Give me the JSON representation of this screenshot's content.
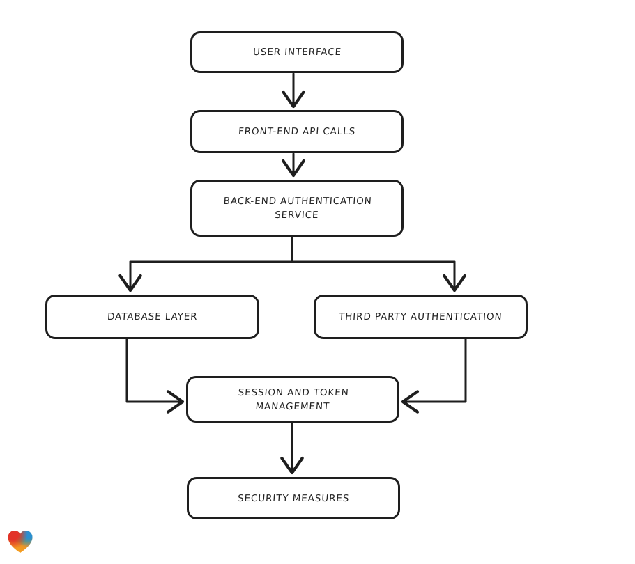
{
  "diagram": {
    "type": "flowchart",
    "style": "hand-drawn",
    "colors": {
      "background": "#ffffff",
      "stroke": "#1e1e1e",
      "text": "#232323"
    },
    "nodes": [
      {
        "id": "user-interface",
        "label": "USER INTERFACE"
      },
      {
        "id": "front-end-api-calls",
        "label": "FRONT-END API CALLS"
      },
      {
        "id": "back-end-auth-service",
        "label": "BACK-END AUTHENTICATION\nSERVICE"
      },
      {
        "id": "database-layer",
        "label": "DATABASE LAYER"
      },
      {
        "id": "third-party-authentication",
        "label": "THIRD PARTY AUTHENTICATION"
      },
      {
        "id": "session-token-management",
        "label": "SESSION AND TOKEN\nMANAGEMENT"
      },
      {
        "id": "security-measures",
        "label": "SECURITY MEASURES"
      }
    ],
    "edges": [
      {
        "from": "user-interface",
        "to": "front-end-api-calls"
      },
      {
        "from": "front-end-api-calls",
        "to": "back-end-auth-service"
      },
      {
        "from": "back-end-auth-service",
        "to": "database-layer"
      },
      {
        "from": "back-end-auth-service",
        "to": "third-party-authentication"
      },
      {
        "from": "database-layer",
        "to": "session-token-management"
      },
      {
        "from": "third-party-authentication",
        "to": "session-token-management"
      },
      {
        "from": "session-token-management",
        "to": "security-measures"
      }
    ],
    "watermark": {
      "icon": "gradient-heart-icon",
      "colors": [
        "#e23228",
        "#2a8fd0",
        "#5aa63c",
        "#f7a41f"
      ]
    }
  }
}
